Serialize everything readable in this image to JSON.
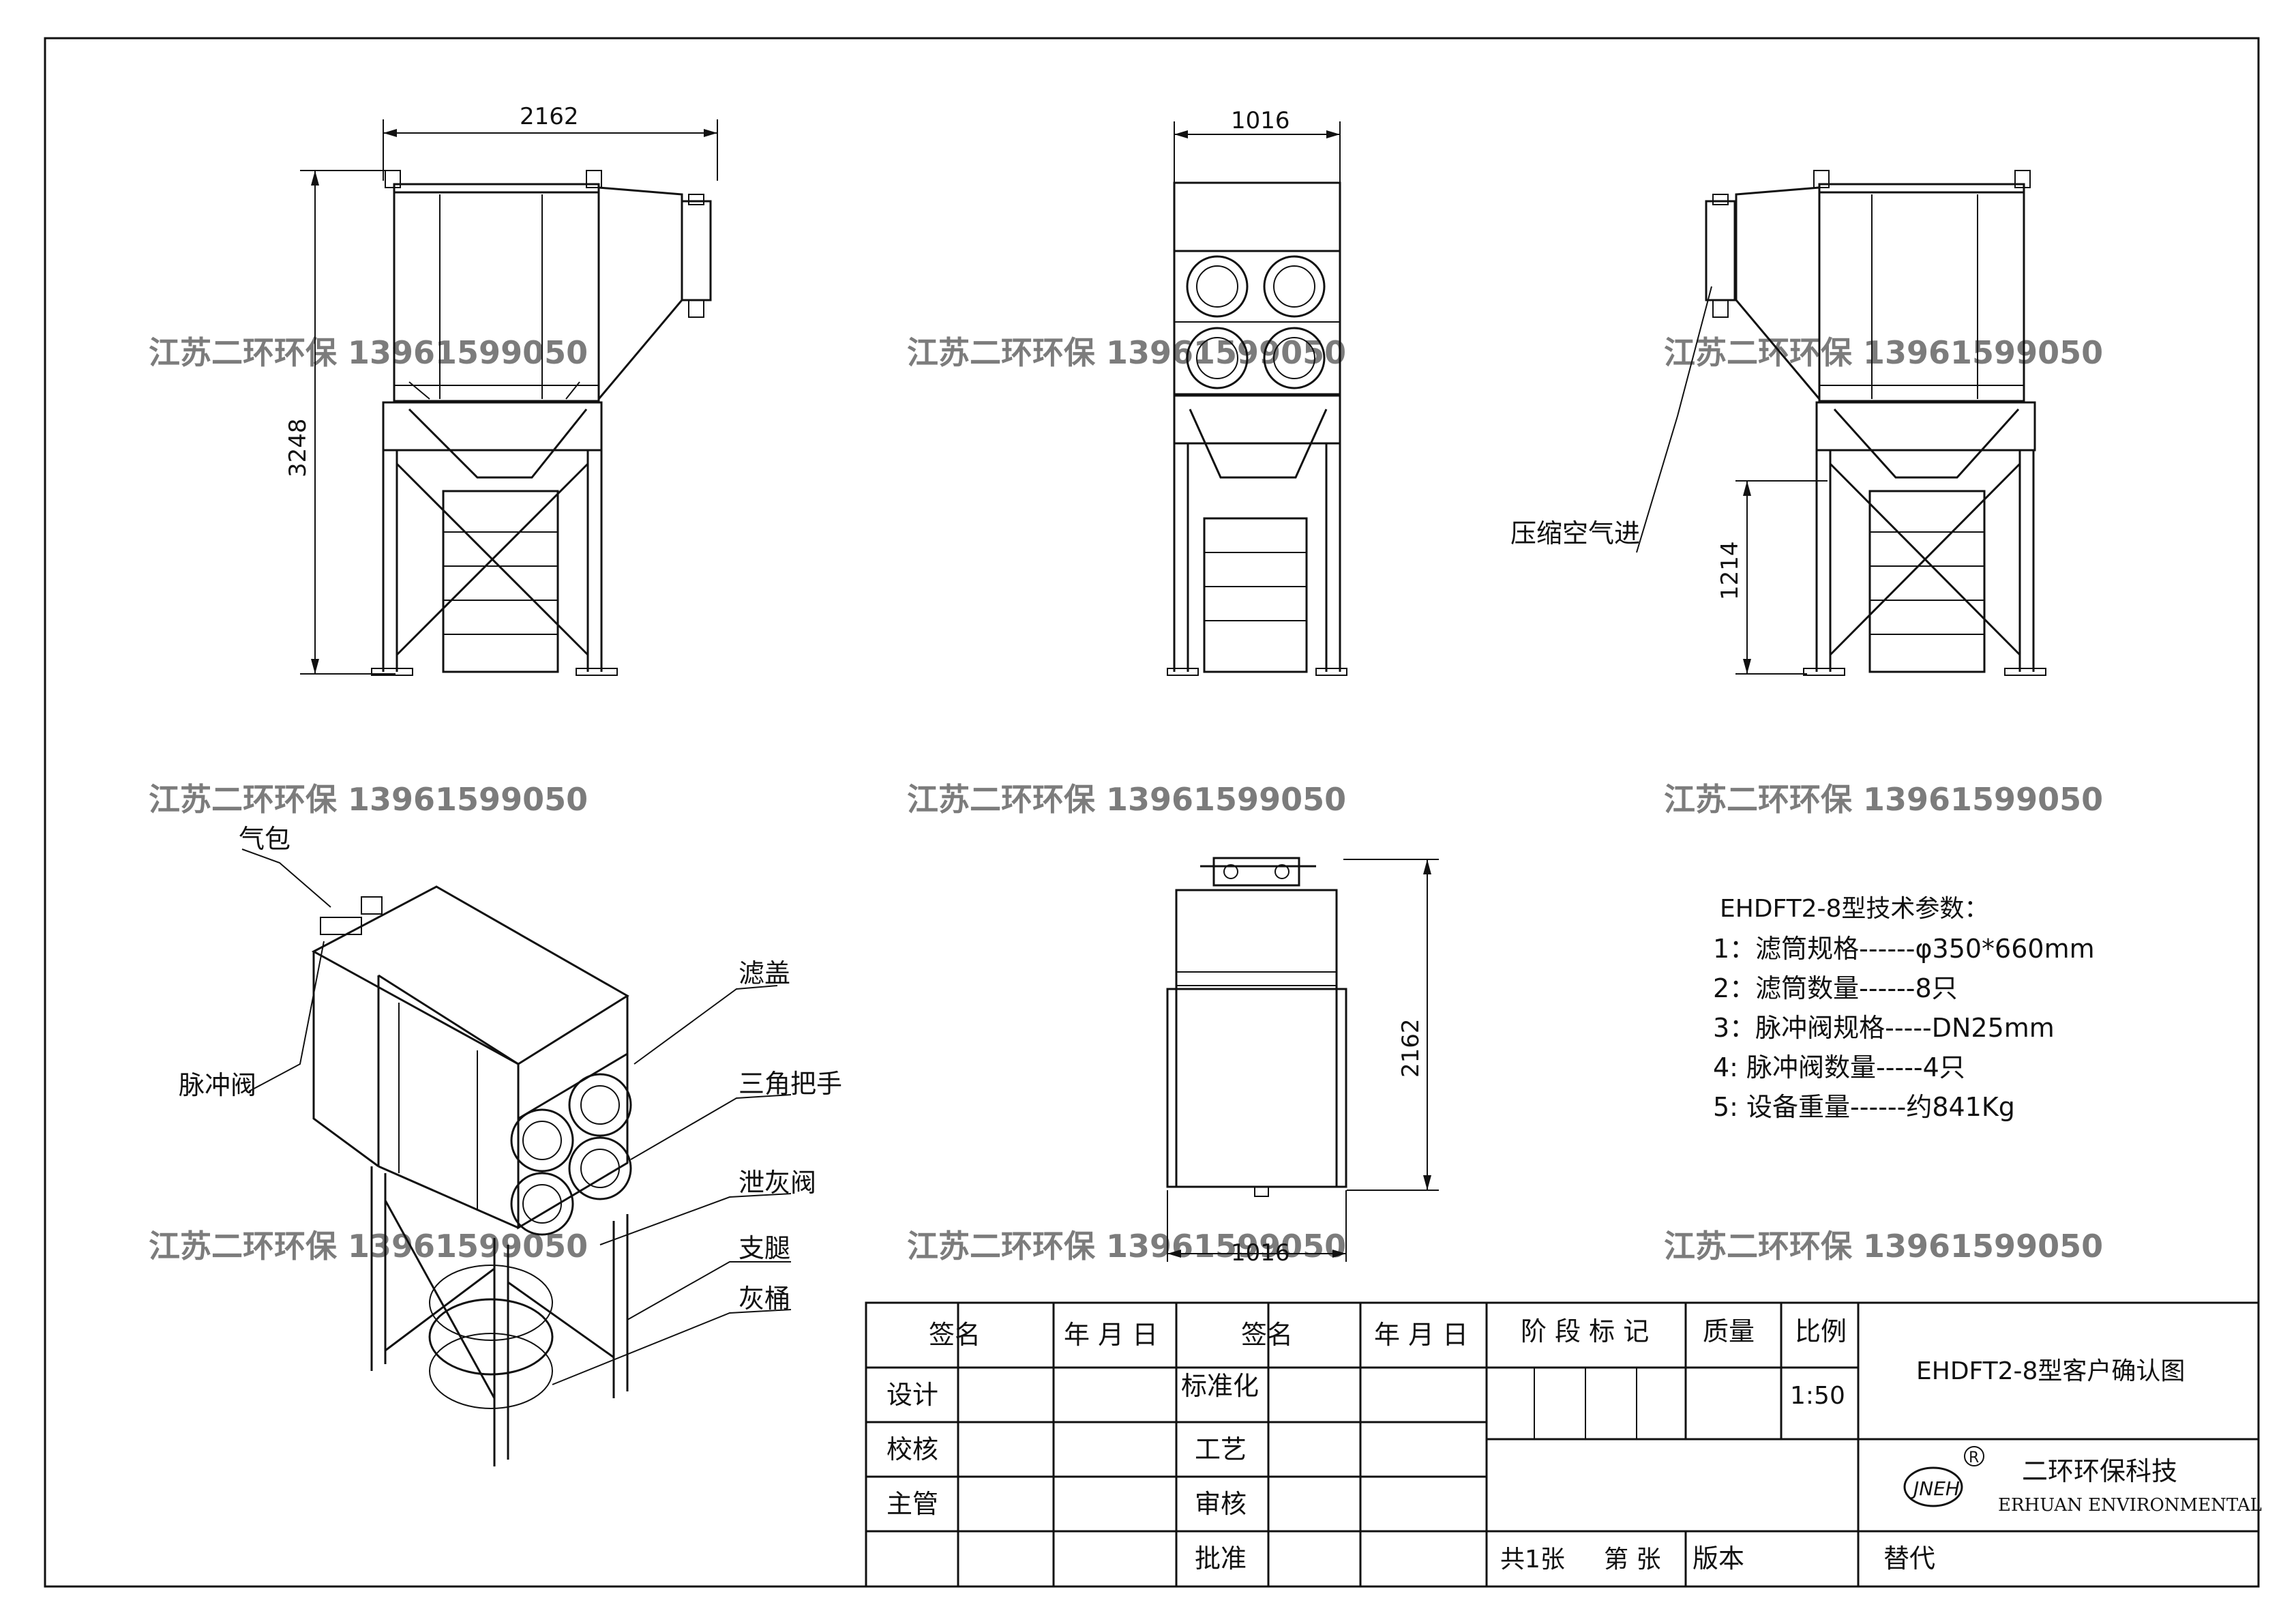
{
  "dimensions": {
    "side_width": "2162",
    "side_height": "3248",
    "front_width": "1016",
    "right_lower_height": "1214",
    "top_depth": "2162",
    "top_width": "1016"
  },
  "labels": {
    "compressed_air_in": "压缩空气进",
    "air_bag": "气包",
    "pulse_valve": "脉冲阀",
    "filter_cover": "滤盖",
    "triangle_handle": "三角把手",
    "ash_valve": "泄灰阀",
    "leg": "支腿",
    "ash_bucket": "灰桶"
  },
  "tech_params": {
    "title": "EHDFT2-8型技术参数：",
    "items": [
      "1：滤筒规格------φ350*660mm",
      "2：滤筒数量------8只",
      "3：脉冲阀规格-----DN25mm",
      "4: 脉冲阀数量-----4只",
      "5: 设备重量------约841Kg"
    ]
  },
  "watermark": "江苏二环环保 13961599050",
  "title_block": {
    "sign": "签名",
    "date": "年 月 日",
    "sign2": "签名",
    "date2": "年 月 日",
    "stage_mark": "阶 段 标 记",
    "mass": "质量",
    "scale_label": "比例",
    "scale_value": "1:50",
    "drawing_title": "EHDFT2-8型客户确认图",
    "design": "设计",
    "check": "校核",
    "supervisor": "主管",
    "standardize": "标准化",
    "process": "工艺",
    "review": "审核",
    "approve": "批准",
    "sheets": "共1张",
    "sheet_no": "第 张",
    "version": "版本",
    "replace": "替代",
    "company_cn": "二环环保科技",
    "company_en": "ERHUAN ENVIRONMENTAL",
    "logo_text": "JNEH",
    "registered": "R"
  }
}
